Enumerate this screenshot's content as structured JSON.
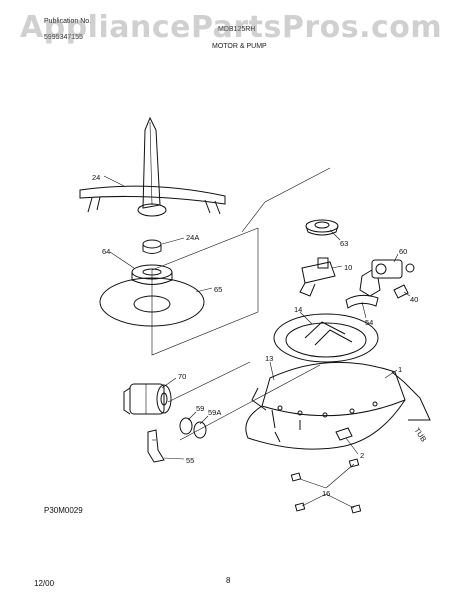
{
  "header": {
    "publication_label": "Publication No.",
    "publication_number": "5995347155",
    "model_label": "MDB125RH",
    "section_title": "MOTOR & PUMP"
  },
  "watermark": "AppliancePartsPros.com",
  "callouts": {
    "p24": "24",
    "p24a": "24A",
    "p64": "64",
    "p65": "65",
    "p63": "63",
    "p10": "10",
    "p60": "60",
    "p40": "40",
    "p54": "54",
    "p14": "14",
    "p13": "13",
    "p1": "1",
    "p70": "70",
    "p59": "59",
    "p59a": "59A",
    "p55": "55",
    "p2": "2",
    "p16": "16"
  },
  "tub_label": "TUB",
  "diagram_code": "P30M0029",
  "footer": {
    "date": "12/00",
    "page_number": "8"
  }
}
